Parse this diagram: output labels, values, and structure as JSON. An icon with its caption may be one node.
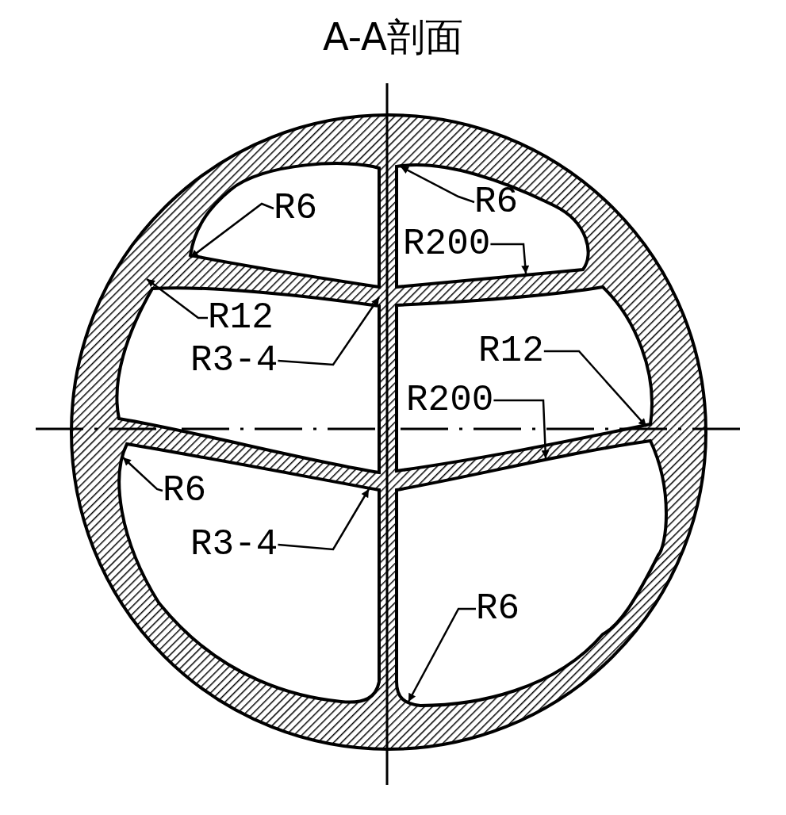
{
  "diagram": {
    "title": "A-A剖面",
    "nodes": [
      {
        "text": [
          "R6"
        ]
      },
      {
        "text": [
          "R6"
        ]
      },
      {
        "text": [
          "R200"
        ]
      },
      {
        "text": [
          "R12"
        ]
      },
      {
        "text": [
          "R3-4"
        ]
      },
      {
        "text": [
          "R12"
        ]
      },
      {
        "text": [
          "R200"
        ]
      },
      {
        "text": [
          "R6"
        ]
      },
      {
        "text": [
          "R3-4"
        ]
      },
      {
        "text": [
          "R6"
        ]
      }
    ],
    "edges": [
      {
        "from": 0,
        "to": null,
        "arrow": "to"
      },
      {
        "from": 1,
        "to": null,
        "arrow": "to"
      },
      {
        "from": 2,
        "to": null,
        "arrow": "to"
      },
      {
        "from": 3,
        "to": null,
        "arrow": "to"
      },
      {
        "from": 4,
        "to": null,
        "arrow": "to"
      },
      {
        "from": 5,
        "to": null,
        "arrow": "to"
      },
      {
        "from": 6,
        "to": null,
        "arrow": "to"
      },
      {
        "from": 7,
        "to": null,
        "arrow": "to"
      },
      {
        "from": 8,
        "to": null,
        "arrow": "to"
      },
      {
        "from": 9,
        "to": null,
        "arrow": "to"
      }
    ]
  }
}
